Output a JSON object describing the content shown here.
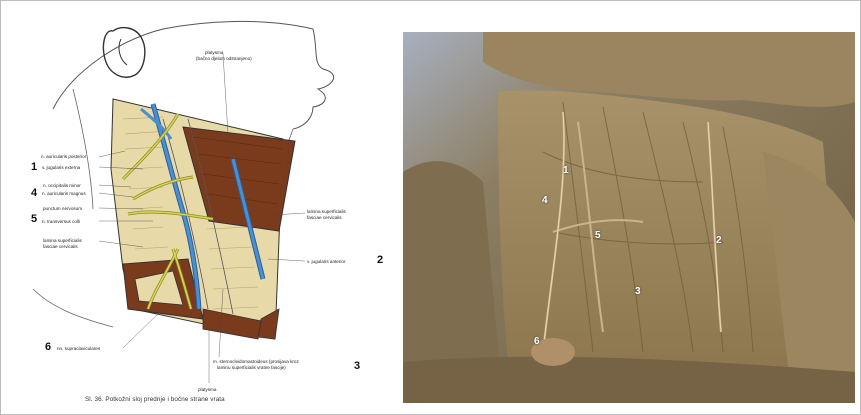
{
  "figure": {
    "caption": "Sl. 36. Potkožni sloj prednje i bočne strane vrata",
    "labels": {
      "platysma_top": "platysma",
      "platysma_top_sub": "(bačno djelom odstranjeno)",
      "n_auricularis_posterior": "n. auricularis posterior",
      "v_jugularis_externa": "v. jugularis externa",
      "n_occipitalis_minor": "n. occipitalis minor",
      "n_auricularis_magnus": "n. auricularis magnus",
      "punctum_nervosum": "punctum nervosum",
      "n_transversus_colli": "n. transversus colli",
      "lamina_superficialis_left": "lamina superficialis",
      "lamina_superficialis_left_sub": "fasciae cervicalis",
      "lamina_superficialis_right": "lamina superficialis",
      "lamina_superficialis_right_sub": "fasciae cervicalis",
      "v_jugularis_anterior": "v. jugularis anterior",
      "nn_supraclaviculares": "nn. supraclaviculares",
      "m_sternocleido": "m. sternocleidomastoideus (prosijava kroz",
      "m_sternocleido_sub": "laminu superficialis vratne fascije)",
      "platysma_bottom": "platysma"
    },
    "numbers": {
      "n1": "1",
      "n2": "2",
      "n3": "3",
      "n4": "4",
      "n5": "5",
      "n6": "6"
    }
  },
  "photo": {
    "markers": {
      "m1": "1",
      "m2": "2",
      "m3": "3",
      "m4": "4",
      "m5": "5",
      "m6": "6"
    }
  },
  "colors": {
    "skin_bg": "#e8d9a8",
    "muscle": "#7a3a1c",
    "vein": "#4a8fd0",
    "nerve": "#c8c84a",
    "outline": "#333333"
  }
}
